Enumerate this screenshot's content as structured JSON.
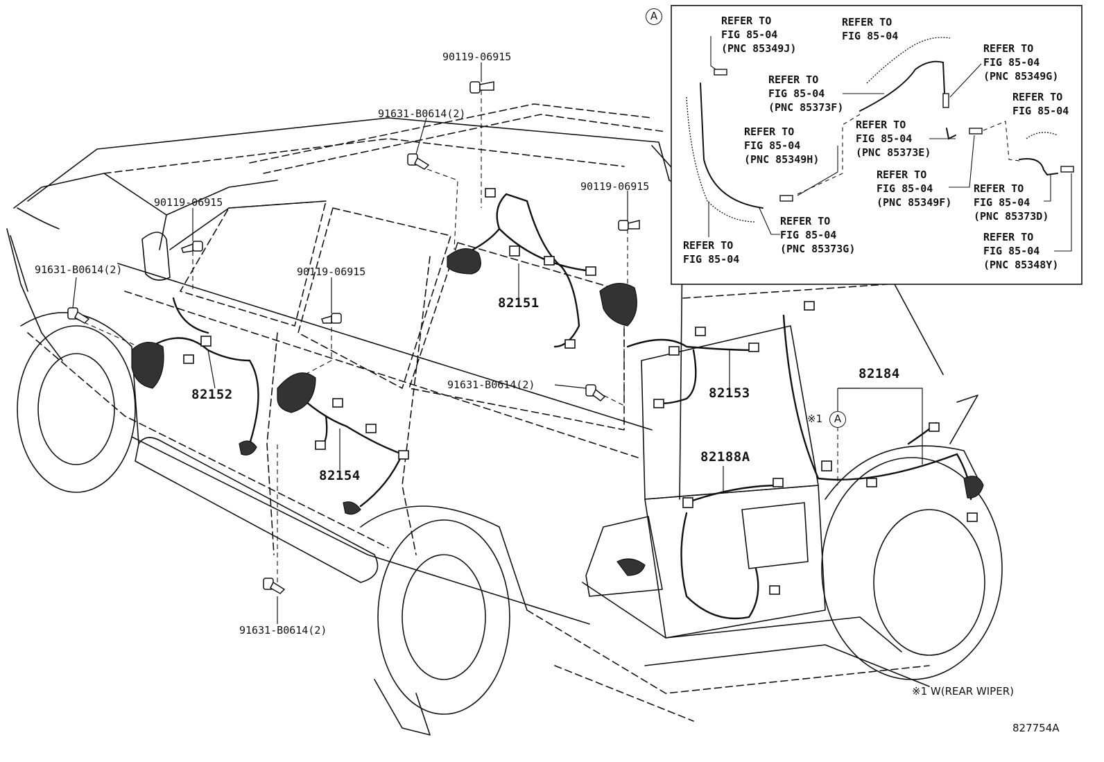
{
  "parts": {
    "p82151": "82151",
    "p82152": "82152",
    "p82153": "82153",
    "p82154": "82154",
    "p82184": "82184",
    "p82188A": "82188A"
  },
  "fasteners": {
    "bolt_a": "90119-06915",
    "bolt_b": "91631-B0614(2)"
  },
  "inset": {
    "marker": "A",
    "refer": "REFER TO",
    "fig": "FIG 85-04",
    "pnc": {
      "j": "(PNC 85349J)",
      "f373": "(PNC 85373F)",
      "g349": "(PNC 85349G)",
      "h": "(PNC 85349H)",
      "e": "(PNC 85373E)",
      "f349": "(PNC 85349F)",
      "d": "(PNC 85373D)",
      "g373": "(PNC 85373G)",
      "y": "(PNC 85348Y)"
    }
  },
  "callout": {
    "marker": "A",
    "prefix": "※1"
  },
  "footnote": "※1 W(REAR WIPER)",
  "figure_code": "827754A"
}
